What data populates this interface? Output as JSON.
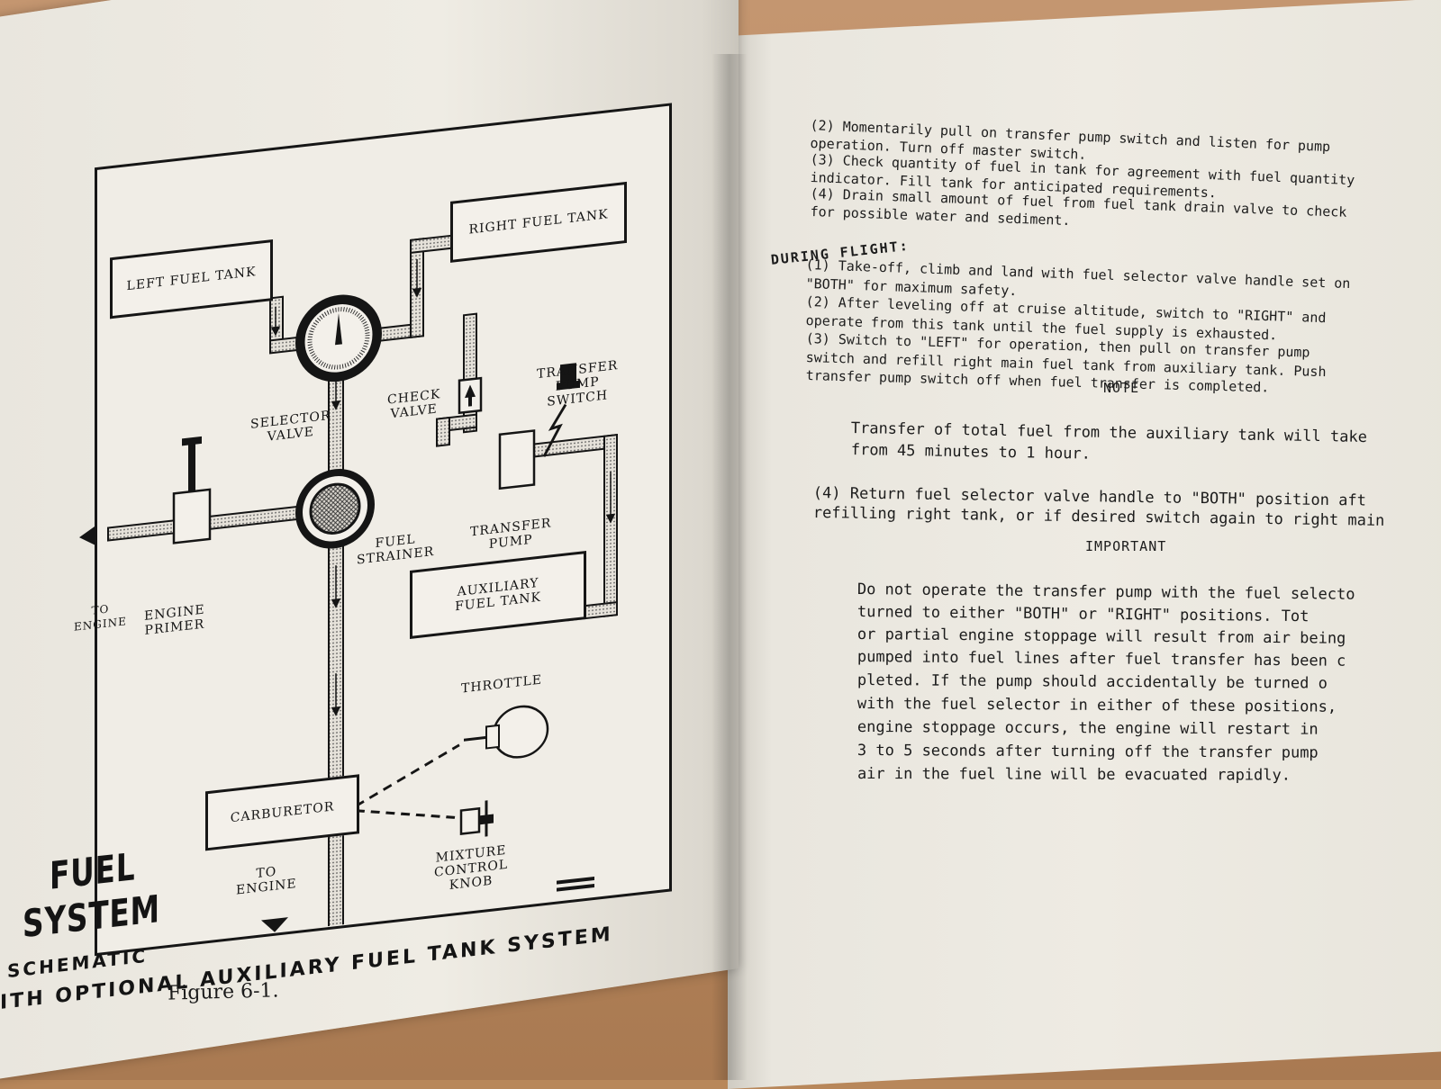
{
  "figure": {
    "boxes": {
      "left_fuel_tank": "LEFT FUEL TANK",
      "right_fuel_tank": "RIGHT FUEL TANK",
      "auxiliary_fuel_tank": "AUXILIARY\nFUEL TANK",
      "carburetor": "CARBURETOR"
    },
    "labels": {
      "selector_valve": "SELECTOR\nVALVE",
      "check_valve": "CHECK\nVALVE",
      "transfer_pump_switch": "TRANSFER\nPUMP\nSWITCH",
      "fuel_strainer": "FUEL\nSTRAINER",
      "transfer_pump": "TRANSFER\nPUMP",
      "to_engine_left": "TO\nENGINE",
      "engine_primer": "ENGINE\nPRIMER",
      "throttle": "THROTTLE",
      "to_engine_bottom": "TO\nENGINE",
      "mixture_control_knob": "MIXTURE\nCONTROL\nKNOB"
    },
    "title_line1": "FUEL",
    "title_line2": "SYSTEM",
    "title_line3": "SCHEMATIC",
    "subtitle": "ITH OPTIONAL AUXILIARY FUEL TANK SYSTEM",
    "caption": "Figure 6-1."
  },
  "right_page": {
    "preflight_lines": [
      "(2)  Momentarily pull on transfer pump switch and listen for pump",
      "operation.  Turn off master switch.",
      "(3)  Check quantity of fuel in tank for agreement with fuel quantity",
      "indicator.  Fill tank for anticipated requirements.",
      "(4)  Drain small amount of fuel from fuel tank drain valve to check",
      "for possible water and sediment."
    ],
    "during_flight_heading": "DURING FLIGHT:",
    "flight_lines": [
      "(1)  Take-off, climb and land with fuel selector valve handle set on",
      "\"BOTH\" for maximum safety.",
      "(2)  After leveling off at cruise altitude, switch to \"RIGHT\" and",
      "operate from this tank until the fuel supply is exhausted.",
      "(3)  Switch to \"LEFT\" for operation, then pull on transfer pump",
      "switch and refill right main fuel tank from auxiliary tank.  Push",
      "transfer pump switch off when fuel transfer is completed."
    ],
    "note_heading": "NOTE",
    "note_lines": [
      "Transfer of total fuel from the auxiliary tank will take",
      "from 45 minutes to 1 hour."
    ],
    "step4_lines": [
      "(4)  Return fuel selector valve handle to \"BOTH\" position aft",
      "refilling right tank, or if desired switch again to right main"
    ],
    "important_heading": "IMPORTANT",
    "important_lines": [
      "Do not operate the transfer pump with the fuel selecto",
      "turned to either \"BOTH\" or \"RIGHT\" positions.  Tot",
      "or partial engine stoppage will result from air being",
      "pumped into fuel lines after fuel transfer has been c",
      "pleted.  If the pump should accidentally be turned o",
      "with the fuel selector in either of these positions,",
      "engine stoppage occurs, the engine will restart in",
      "3 to 5 seconds after turning off the transfer pump",
      "air in the fuel line will be evacuated rapidly."
    ]
  },
  "colors": {
    "ink": "#161616",
    "paper": "#efece4",
    "wood": "#b8875a"
  }
}
